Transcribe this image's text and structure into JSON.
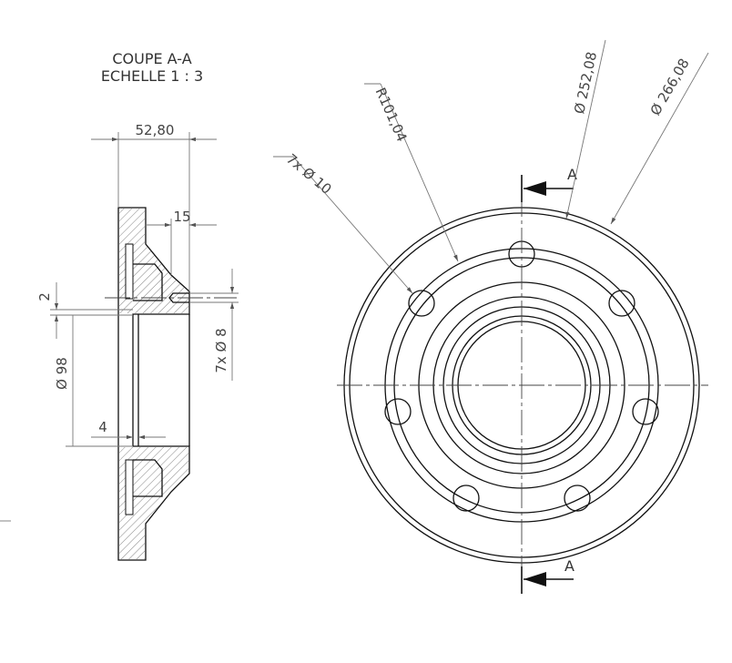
{
  "section": {
    "title": "COUPE A-A",
    "scale": "ECHELLE 1 : 3"
  },
  "dimensions": {
    "width_total": "52,80",
    "depth": "15",
    "small_gap": "2",
    "bore_dia": "Ø 98",
    "threaded_holes": "7x Ø 8",
    "wall": "4",
    "bolt_holes": "7x Ø 10",
    "pcd_radius": "R101,04",
    "dia_inner": "Ø 252,08",
    "dia_outer": "Ø 266,08"
  },
  "section_marks": {
    "top": "A",
    "bottom": "A"
  }
}
